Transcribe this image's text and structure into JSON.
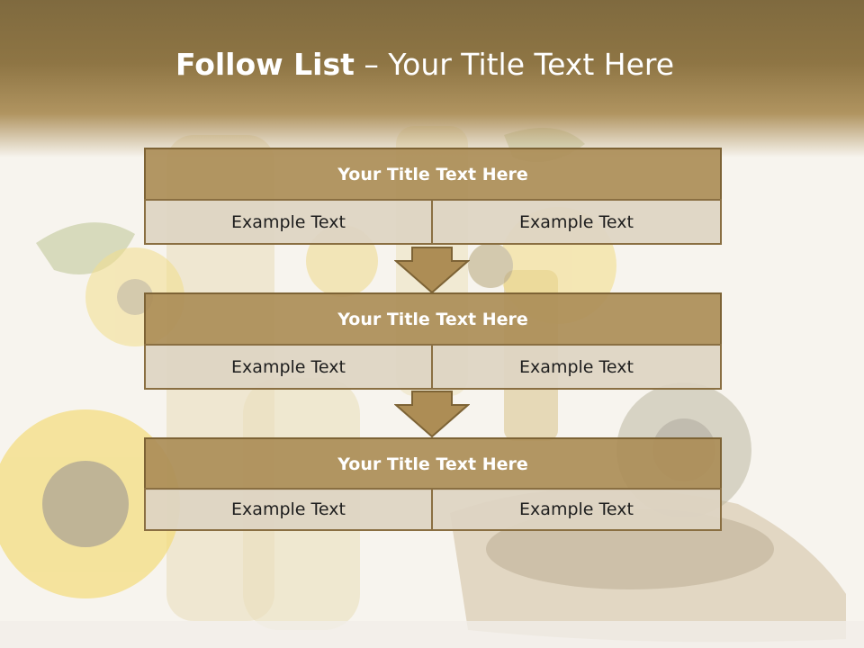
{
  "slide": {
    "title_bold": "Follow List",
    "title_rest": " – Your Title Text Here"
  },
  "blocks": [
    {
      "title": "Your Title Text Here",
      "left_text": "Example Text",
      "right_text": "Example Text"
    },
    {
      "title": "Your Title Text Here",
      "left_text": "Example Text",
      "right_text": "Example Text"
    },
    {
      "title": "Your Title Text Here",
      "left_text": "Example Text",
      "right_text": "Example Text"
    }
  ],
  "colors": {
    "header": "#8e7544",
    "block_title": "#ac8e58",
    "cell": "#ded4c3",
    "border": "#7d6335"
  }
}
